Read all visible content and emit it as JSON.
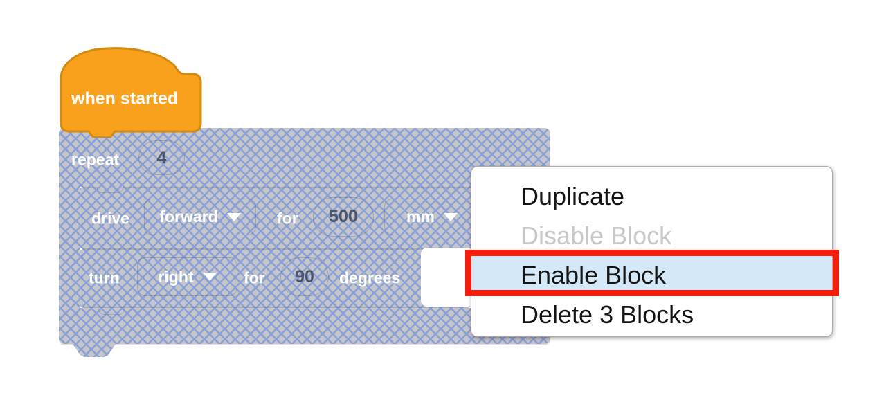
{
  "colors": {
    "hat_fill": "#f9a11d",
    "hat_stroke": "#d18a12",
    "hatch_bg": "#c6c5ca",
    "hatch_line": "#8aa0d8",
    "block_text": "#ffffff",
    "number_text": "#4d5568",
    "menu_highlight": "#d4e8f8",
    "menu_disabled_text": "#c8c8c8",
    "annotation_red": "#f71d0c"
  },
  "hat_block": {
    "label": "when started"
  },
  "repeat_block": {
    "label": "repeat",
    "count": "4"
  },
  "drive_block": {
    "label": "drive",
    "direction": "forward",
    "for_label": "for",
    "distance": "500",
    "unit": "mm"
  },
  "turn_block": {
    "label": "turn",
    "direction": "right",
    "for_label": "for",
    "angle": "90",
    "unit_label": "degrees"
  },
  "context_menu": {
    "items": [
      {
        "label": "Duplicate"
      },
      {
        "label": "Disable Block"
      },
      {
        "label": "Enable Block"
      },
      {
        "label": "Delete 3 Blocks"
      }
    ]
  }
}
